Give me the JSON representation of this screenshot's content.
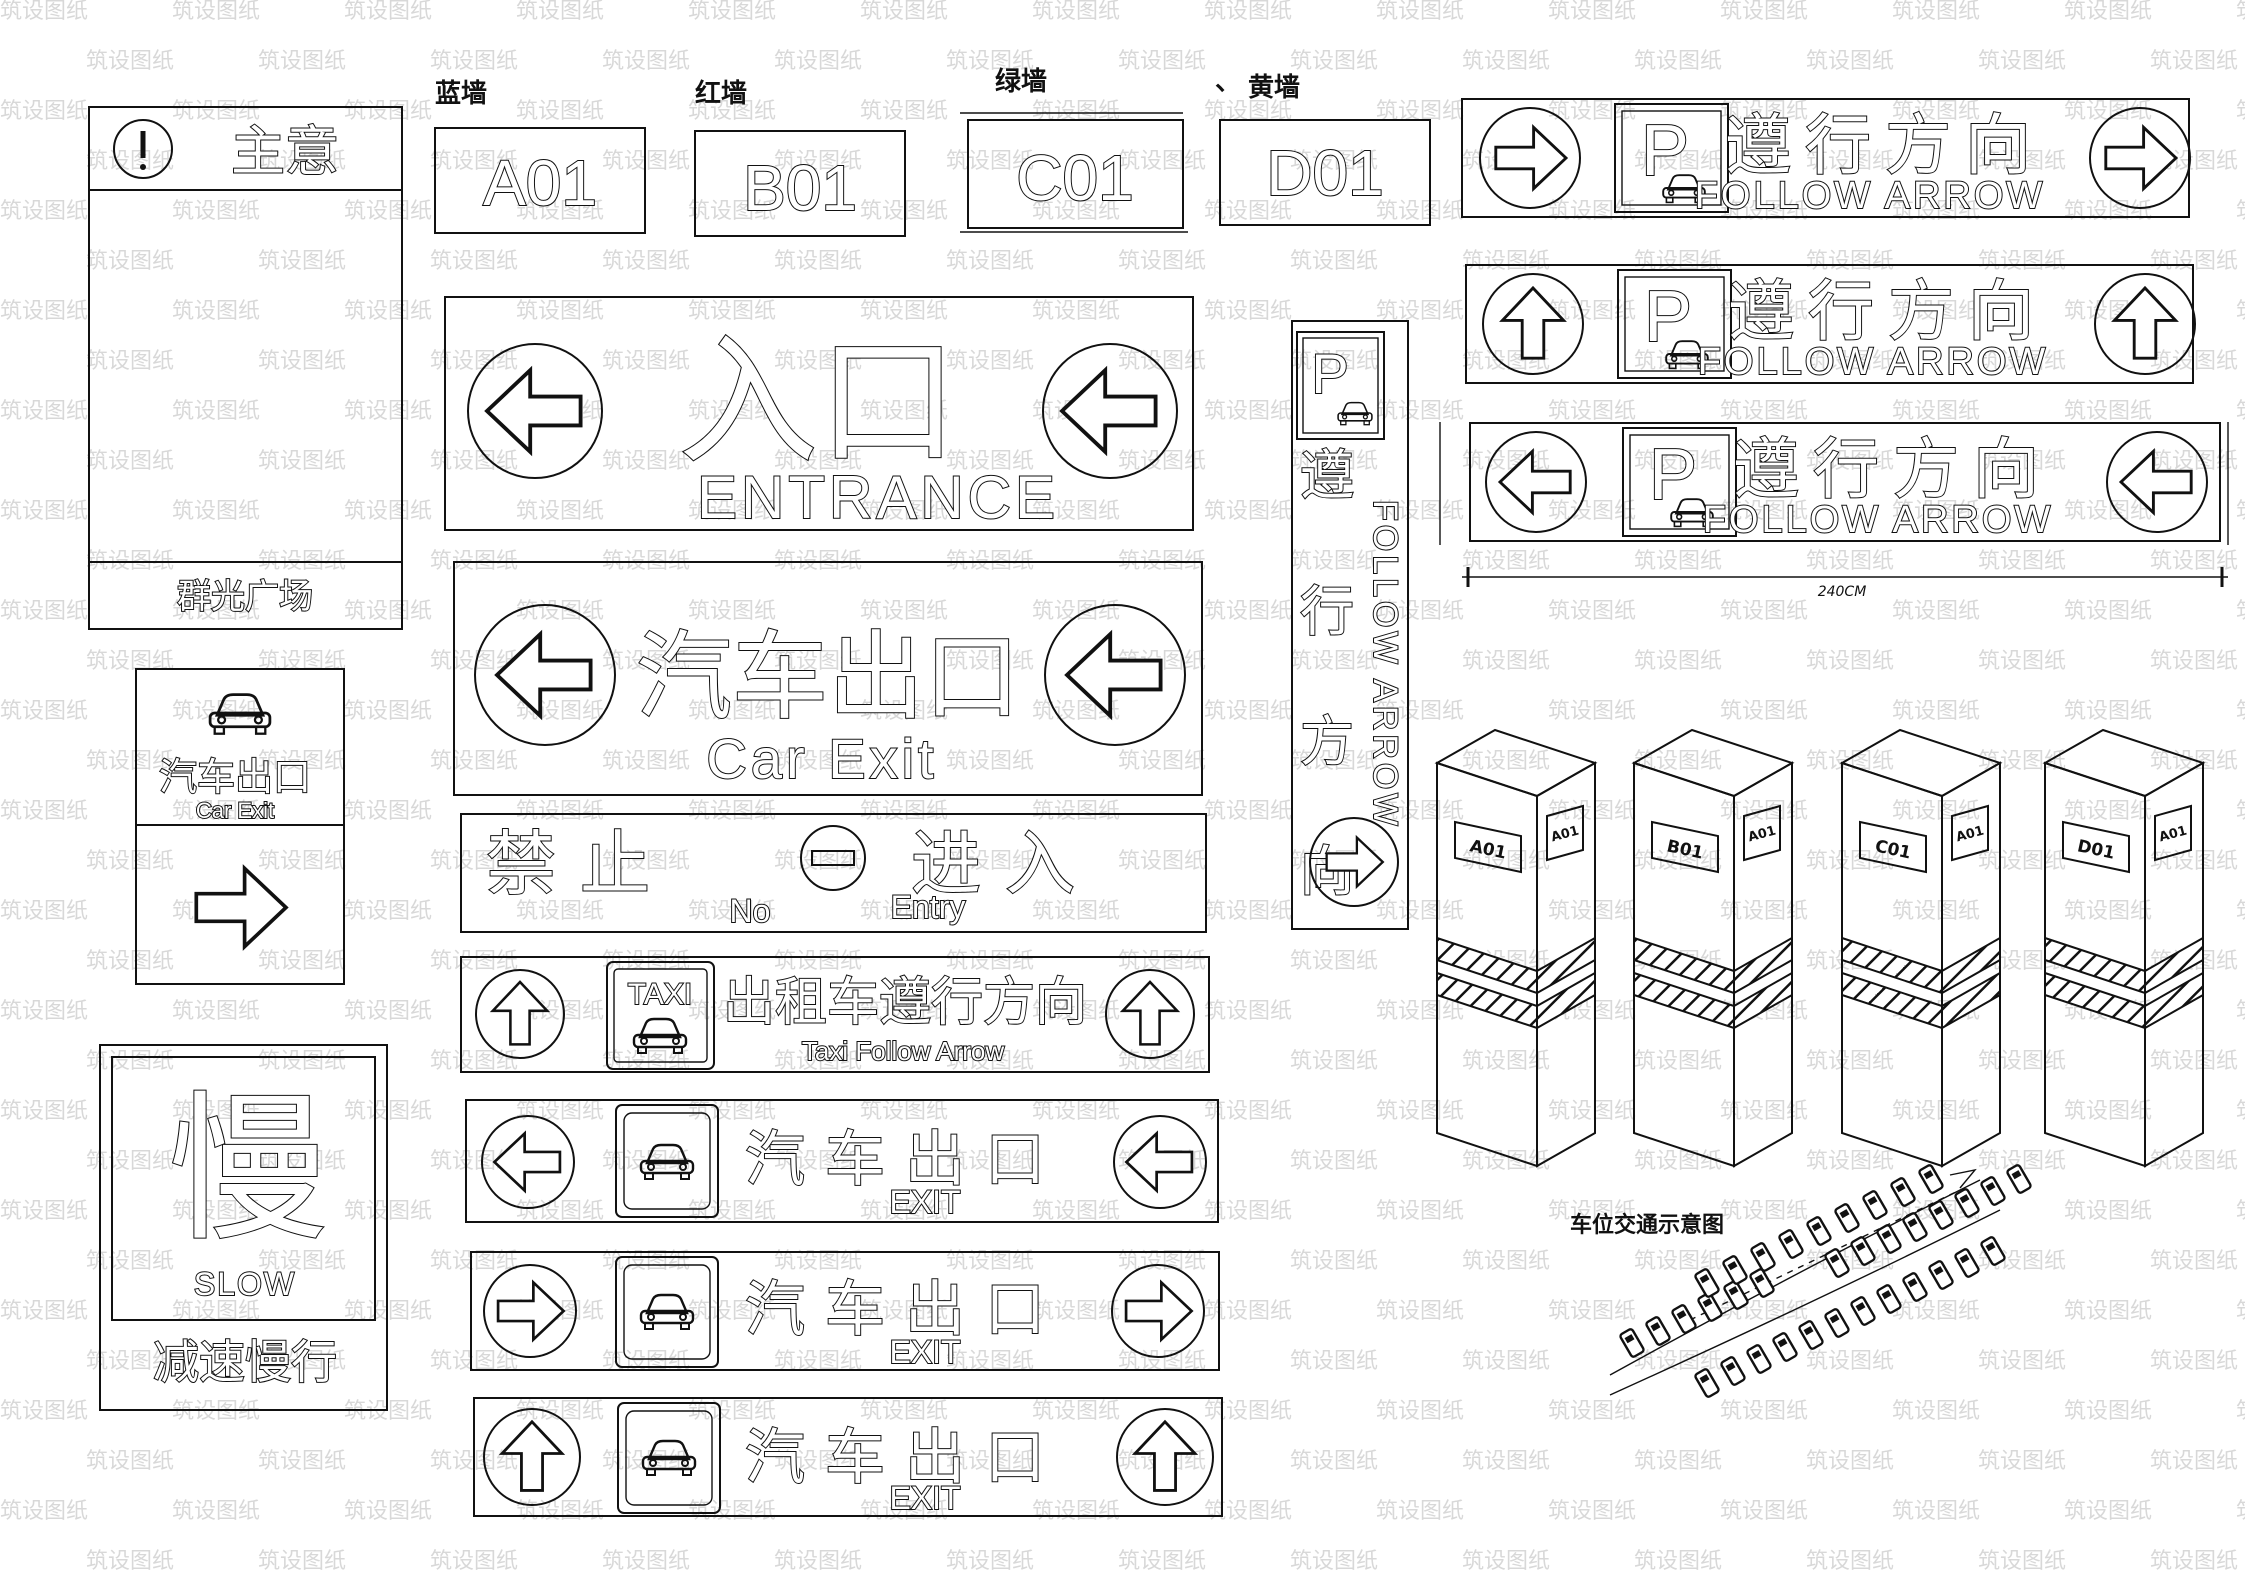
{
  "watermark": "筑设图纸",
  "caution_sign": {
    "title": "主意",
    "footer": "群光广场"
  },
  "wall_labels": {
    "blue": "蓝墙",
    "red": "红墙",
    "green": "绿墙",
    "separator": "、",
    "yellow": "黄墙"
  },
  "wall_codes": {
    "a": "A01",
    "b": "B01",
    "c": "C01",
    "d": "D01"
  },
  "entrance_sign": {
    "cn": "入口",
    "en": "ENTRANCE"
  },
  "car_exit_large": {
    "cn": "汽车出口",
    "en": "Car Exit"
  },
  "no_entry": {
    "cn_left": "禁止",
    "cn_right": "进入",
    "en_left": "No",
    "en_right": "Entry"
  },
  "taxi_sign": {
    "badge": "TAXI",
    "cn": "出租车遵行方向",
    "en": "Taxi Follow Arrow"
  },
  "exit_signs": {
    "cn": "汽车出口",
    "en": "EXIT"
  },
  "small_car_exit": {
    "cn": "汽车出口",
    "en": "Car Exit"
  },
  "slow_sign": {
    "big": "慢",
    "en": "SLOW",
    "footer": "减速慢行"
  },
  "follow_arrow_signs": {
    "badge": "P",
    "cn": "遵行方向",
    "en": "FOLLOW ARROW"
  },
  "vertical_sign": {
    "badge": "P",
    "cn": [
      "遵",
      "行",
      "方",
      "向"
    ],
    "en": "FOLLOW ARROW"
  },
  "dimension_label": "240CM",
  "pillars": [
    {
      "front": "A01",
      "side": "A01"
    },
    {
      "front": "B01",
      "side": "A01"
    },
    {
      "front": "C01",
      "side": "A01"
    },
    {
      "front": "D01",
      "side": "A01"
    }
  ],
  "parking_diagram": {
    "title": "车位交通示意图"
  }
}
